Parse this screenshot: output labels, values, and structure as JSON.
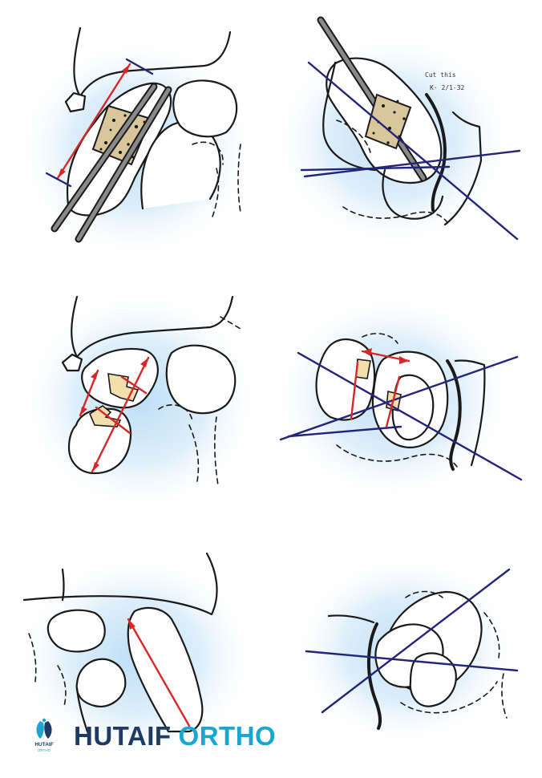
{
  "figure": {
    "note_text": "Cut this",
    "note_sign": "K· 2/1-32"
  },
  "brand": {
    "logo_text": "HUTAIF",
    "logo_subtext": "ORTHO",
    "word_primary": "HUTAIF",
    "word_secondary": "ORTHO"
  },
  "colors": {
    "halo": "#b9dcf5",
    "measure_line": "#d62828",
    "axis_line": "#24247a",
    "graft": "#d8c79a",
    "gap_fill": "#f3dfae",
    "brand_dark": "#1f3b63",
    "brand_light": "#1aa6d1"
  }
}
